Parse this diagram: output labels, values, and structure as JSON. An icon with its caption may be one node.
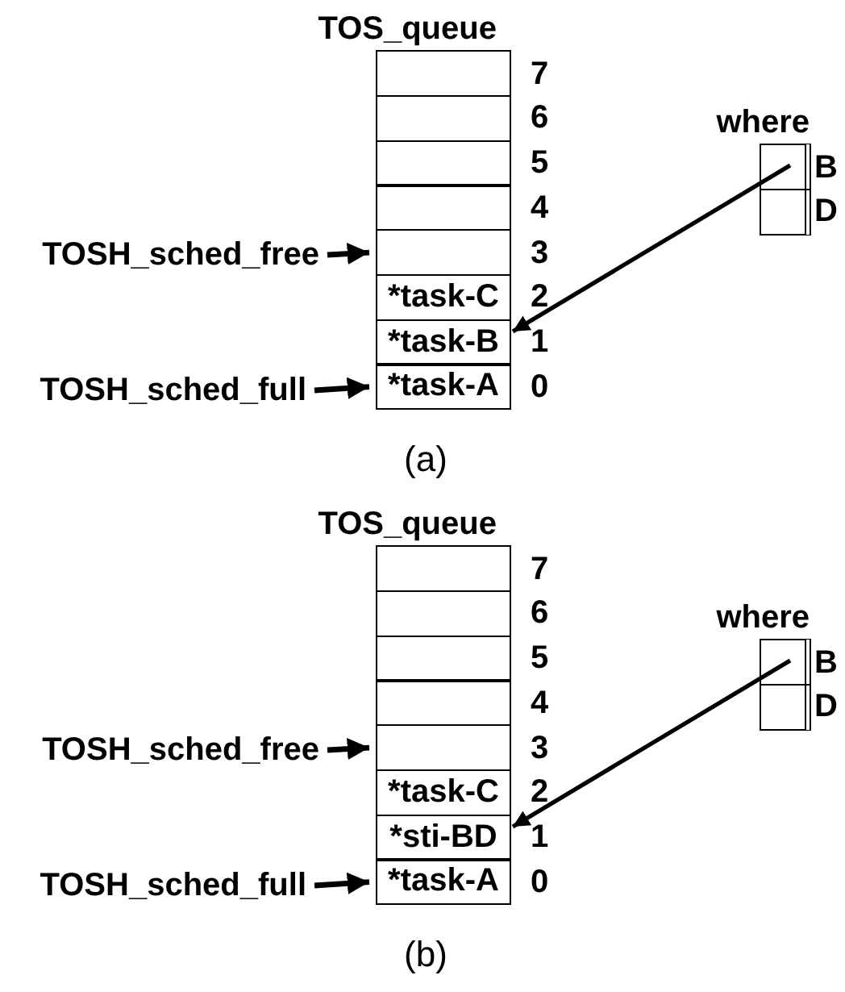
{
  "diagram": {
    "nodes": [
      {
        "text": [
          "TOS_queue"
        ]
      },
      {
        "text": [],
        "shape": "box",
        "in": 0,
        "beside": [
          "7"
        ]
      },
      {
        "text": [],
        "shape": "box",
        "in": 0,
        "beside": [
          "6"
        ]
      },
      {
        "text": [],
        "shape": "box",
        "in": 0,
        "beside": [
          "5"
        ]
      },
      {
        "text": [],
        "shape": "box",
        "in": 0,
        "beside": [
          "4"
        ]
      },
      {
        "text": [],
        "shape": "box",
        "in": 0,
        "beside": [
          "3"
        ]
      },
      {
        "text": [
          "*task-C"
        ],
        "in": 0,
        "beside": [
          "2"
        ]
      },
      {
        "text": [
          "*task-B"
        ],
        "in": 0,
        "beside": [
          "1"
        ]
      },
      {
        "text": [
          "*task-A"
        ],
        "in": 0,
        "beside": [
          "0"
        ]
      },
      {
        "text": [
          "where"
        ]
      },
      {
        "text": [],
        "shape": "box",
        "in": 9,
        "beside": [
          "B"
        ]
      },
      {
        "text": [],
        "shape": "box",
        "in": 9,
        "beside": [
          "D"
        ]
      },
      {
        "text": [
          "TOSH_sched_free"
        ]
      },
      {
        "text": [
          "TOSH_sched_full"
        ]
      },
      {
        "text": [
          "TOS_queue"
        ]
      },
      {
        "text": [],
        "shape": "box",
        "in": 14,
        "beside": [
          "7"
        ]
      },
      {
        "text": [],
        "shape": "box",
        "in": 14,
        "beside": [
          "6"
        ]
      },
      {
        "text": [],
        "shape": "box",
        "in": 14,
        "beside": [
          "5"
        ]
      },
      {
        "text": [],
        "shape": "box",
        "in": 14,
        "beside": [
          "4"
        ]
      },
      {
        "text": [],
        "shape": "box",
        "in": 14,
        "beside": [
          "3"
        ]
      },
      {
        "text": [
          "*task-C"
        ],
        "in": 14,
        "beside": [
          "2"
        ]
      },
      {
        "text": [
          "*sti-BD"
        ],
        "in": 14,
        "beside": [
          "1"
        ]
      },
      {
        "text": [
          "*task-A"
        ],
        "in": 14,
        "beside": [
          "0"
        ]
      },
      {
        "text": [
          "where"
        ]
      },
      {
        "text": [],
        "shape": "box",
        "in": 23,
        "beside": [
          "B"
        ]
      },
      {
        "text": [],
        "shape": "box",
        "in": 23,
        "beside": [
          "D"
        ]
      },
      {
        "text": [
          "TOSH_sched_free"
        ]
      },
      {
        "text": [
          "TOSH_sched_full"
        ]
      }
    ],
    "edges": [
      {
        "from": 12,
        "to": 5,
        "arrow": "to"
      },
      {
        "from": 13,
        "to": 8,
        "arrow": "to"
      },
      {
        "from": 10,
        "to": 7,
        "arrow": "to"
      },
      {
        "from": 26,
        "to": 19,
        "arrow": "to"
      },
      {
        "from": 27,
        "to": 22,
        "arrow": "to"
      },
      {
        "from": 24,
        "to": 21,
        "arrow": "to"
      }
    ],
    "labels": [
      "(a)",
      "(b)"
    ]
  }
}
